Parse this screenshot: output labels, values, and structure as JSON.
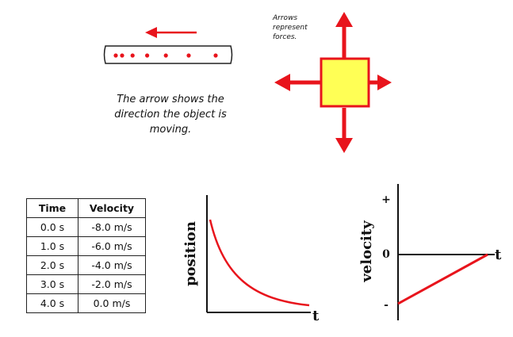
{
  "motion_diagram": {
    "caption_lines": [
      "The arrow shows the",
      "direction the object is",
      "moving."
    ],
    "arrow_direction": "left",
    "dot_count": 7,
    "dot_color": "#e8141c"
  },
  "force_diagram": {
    "note_lines": [
      "Arrows",
      "represent",
      "forces."
    ],
    "box_fill": "#ffff55",
    "box_border": "#e8141c",
    "arrow_color": "#e8141c",
    "arrows": [
      "up",
      "down",
      "left",
      "right"
    ]
  },
  "velocity_table": {
    "headers": [
      "Time",
      "Velocity"
    ],
    "rows": [
      [
        "0.0 s",
        "-8.0 m/s"
      ],
      [
        "1.0 s",
        "-6.0 m/s"
      ],
      [
        "2.0 s",
        "-4.0 m/s"
      ],
      [
        "3.0 s",
        "-2.0 m/s"
      ],
      [
        "4.0 s",
        "0.0 m/s"
      ]
    ]
  },
  "position_graph": {
    "y_label": "position",
    "x_label": "t",
    "curve": "decreasing-decelerating",
    "curve_color": "#e8141c"
  },
  "velocity_graph": {
    "y_label": "velocity",
    "x_label": "t",
    "plus_label": "+",
    "zero_label": "0",
    "minus_label": "-",
    "line_color": "#e8141c",
    "line": "rising-from-negative-to-zero"
  }
}
